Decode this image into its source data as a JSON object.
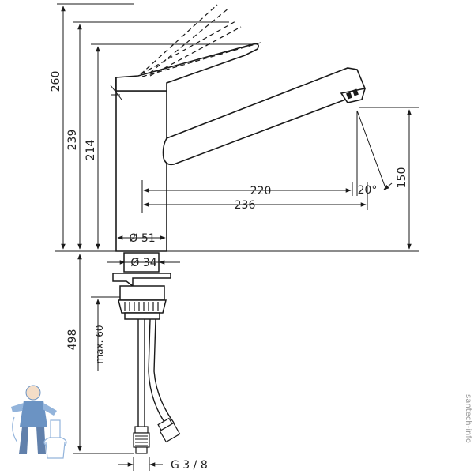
{
  "drawing": {
    "dimensions": {
      "total_height": "260",
      "height_239": "239",
      "height_214": "214",
      "spout_height": "150",
      "reach_220": "220",
      "reach_236": "236",
      "angle": "20°",
      "body_diameter": "Ø 51",
      "hole_diameter": "Ø 34",
      "hose_length": "498",
      "max_thickness": "max. 60",
      "connection_thread": "G 3 / 8"
    },
    "watermark": "santech-info"
  },
  "colors": {
    "line": "#1a1a1a",
    "watermark": "#9a9a9a",
    "mascot": "#3a6fb0"
  }
}
